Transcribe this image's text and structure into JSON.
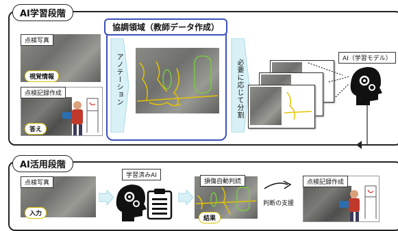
{
  "learning_stage": {
    "title": "AI学習段階",
    "inspection_photo_label": "点検写真",
    "visual_info_tag": "視覚情報",
    "record_creation_label": "点検記録作成",
    "answer_tag": "答え",
    "collab_title": "協調領域（教師データ作成）",
    "annotation_label": "アノテーション",
    "split_label": "必要に応じて分割",
    "ai_model_label": "AI（学習モデル）"
  },
  "usage_stage": {
    "title": "AI活用段階",
    "inspection_photo_label": "点検写真",
    "input_tag": "入力",
    "trained_ai_label": "学習済みAI",
    "auto_judgement_label": "損傷自動判読",
    "result_tag": "結果",
    "support_label": "判断の支援",
    "record_creation_label": "点検記録作成"
  },
  "colors": {
    "collab_border": "#3a4fb8",
    "arrow_fill": "#d8f1f6",
    "crack_yellow": "#e6c400",
    "crack_green": "#7ac943"
  }
}
